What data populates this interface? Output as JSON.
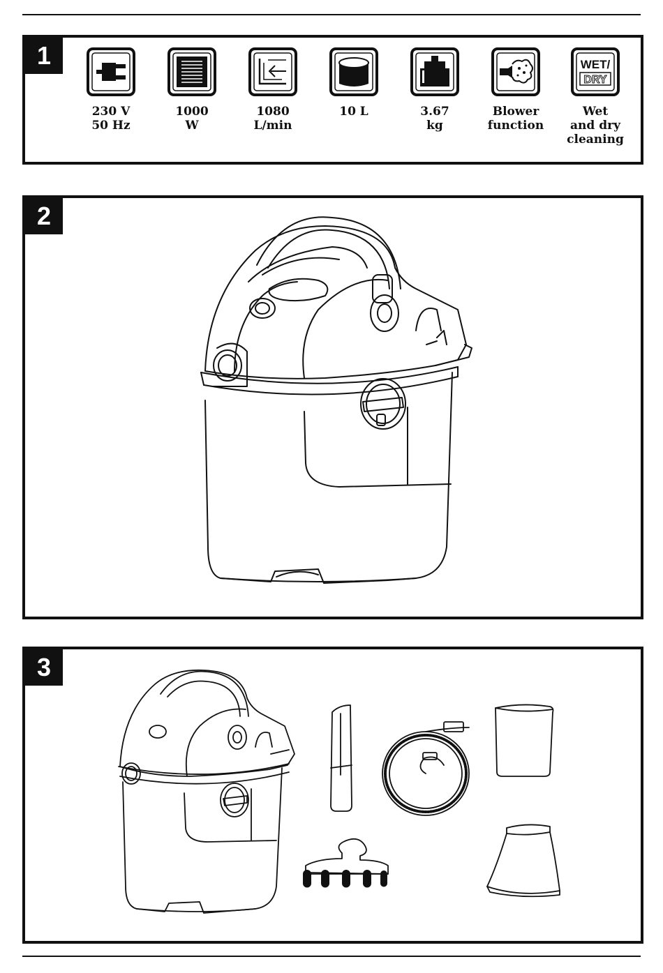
{
  "sections": [
    {
      "number": "1"
    },
    {
      "number": "2"
    },
    {
      "number": "3"
    }
  ],
  "specs": [
    {
      "icon": "plug-icon",
      "label": "230 V\n50 Hz"
    },
    {
      "icon": "motor-icon",
      "label": "1000\nW"
    },
    {
      "icon": "airflow-icon",
      "label": "1080\nL/min"
    },
    {
      "icon": "container-icon",
      "label": "10 L"
    },
    {
      "icon": "weight-icon",
      "label": "3.67\nkg"
    },
    {
      "icon": "blower-icon",
      "label": "Blower\nfunction"
    },
    {
      "icon": "wet-dry-icon",
      "label": "Wet\nand dry\ncleaning"
    }
  ],
  "wet_dry_icon_text": {
    "wet": "WET/",
    "dry": "DRY"
  }
}
